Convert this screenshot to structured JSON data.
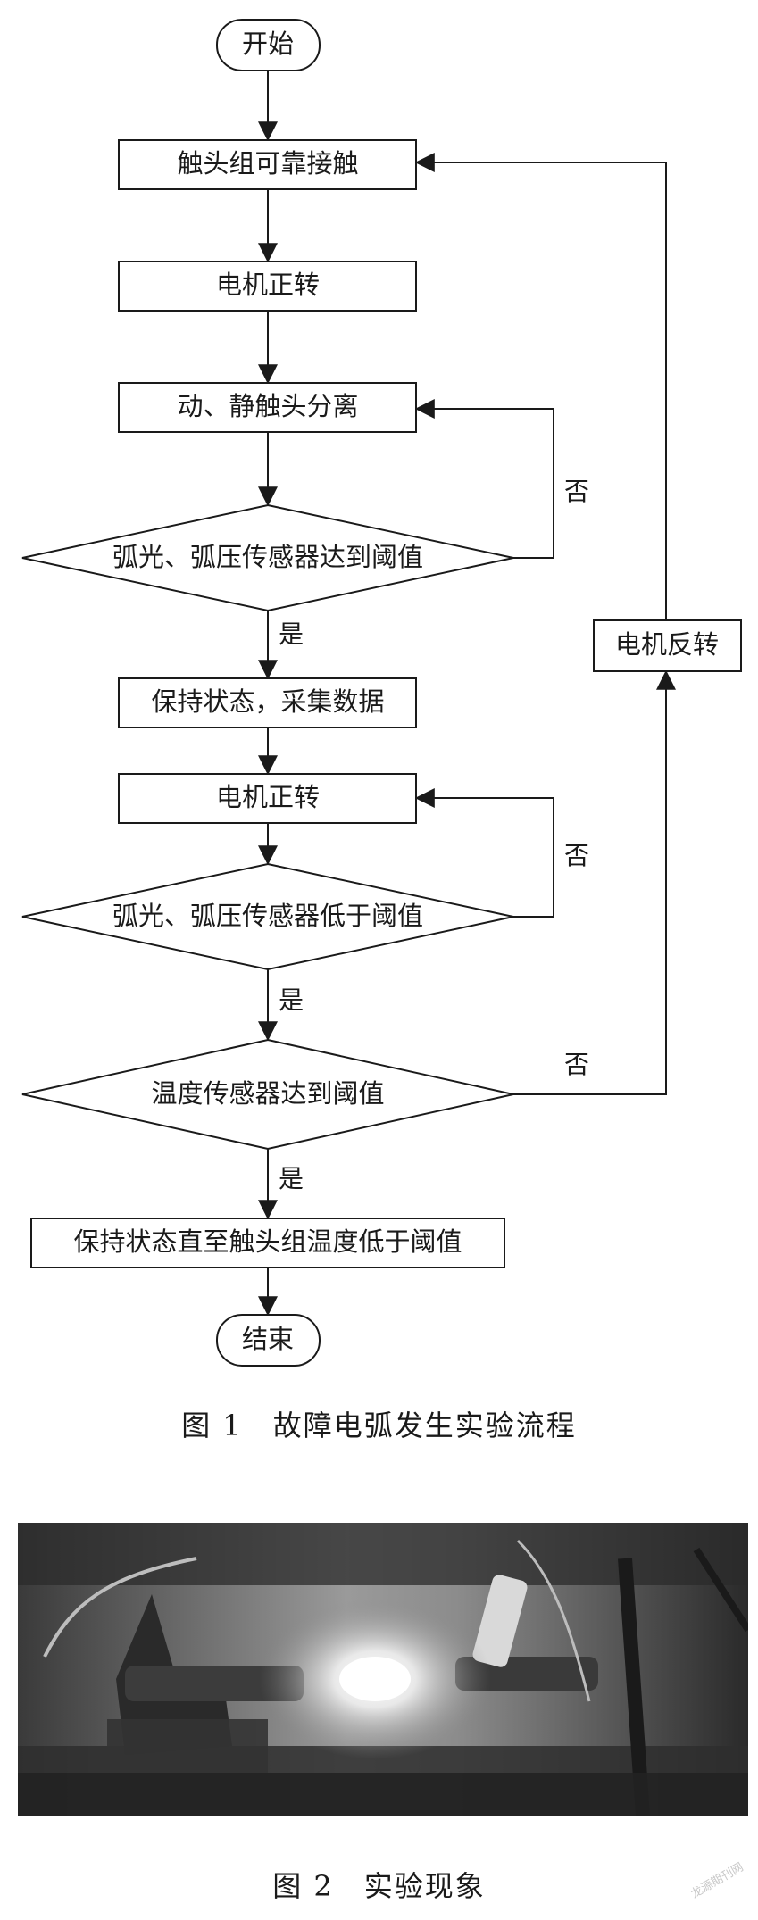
{
  "figure1": {
    "nodes": {
      "start": "开始",
      "contact": "触头组可靠接触",
      "motor_fwd_1": "电机正转",
      "separate": "动、静触头分离",
      "decision_arc_reach": "弧光、弧压传感器达到阈值",
      "hold_collect": "保持状态，采集数据",
      "motor_fwd_2": "电机正转",
      "decision_arc_below": "弧光、弧压传感器低于阈值",
      "decision_temp": "温度传感器达到阈值",
      "hold_until": "保持状态直至触头组温度低于阈值",
      "motor_rev": "电机反转",
      "end": "结束"
    },
    "edge_labels": {
      "no_1": "否",
      "yes_1": "是",
      "no_2": "否",
      "yes_2": "是",
      "no_3": "否",
      "yes_3": "是"
    },
    "caption": "图 1　故障电弧发生实验流程"
  },
  "figure2": {
    "caption": "图 2　实验现象"
  },
  "watermark": "龙源期刊网"
}
